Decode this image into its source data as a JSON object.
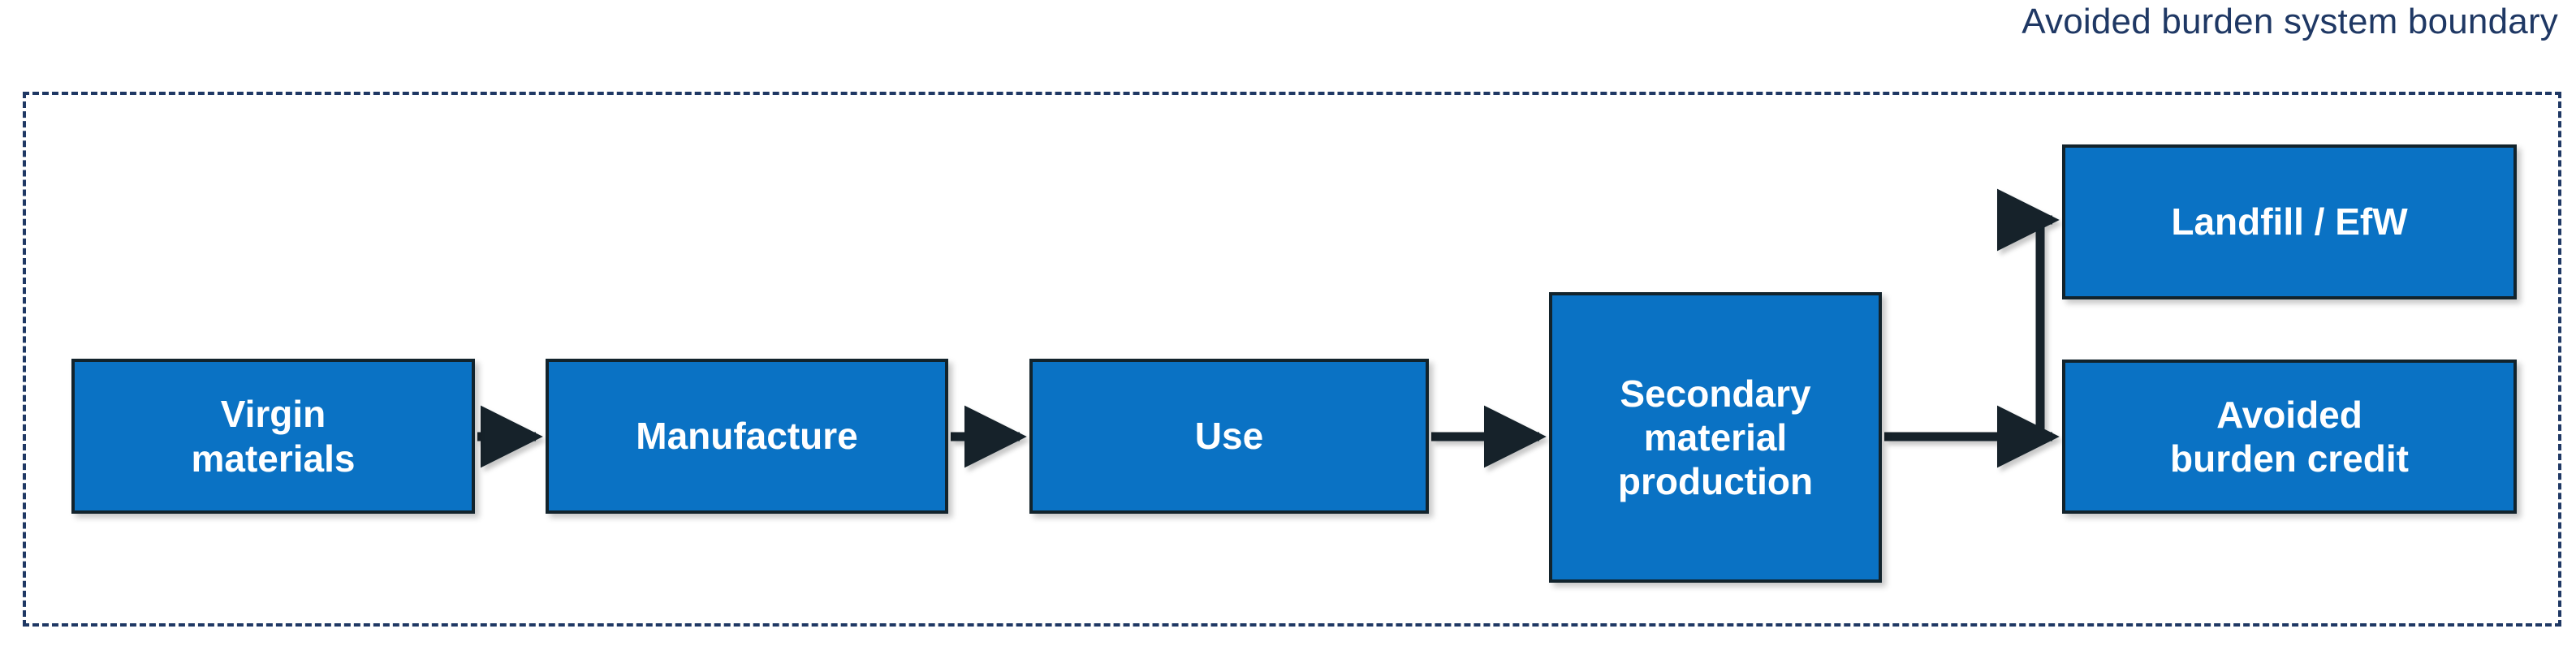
{
  "diagram": {
    "title": "Avoided burden system boundary",
    "boundary_label": "Avoided burden system boundary",
    "colors": {
      "node_fill": "#0A72C4",
      "node_border": "#12232C",
      "node_text": "#FFFFFF",
      "boundary_stroke": "#1F3864",
      "title_text": "#1F3864",
      "arrow_stroke": "#12232C",
      "background": "#FFFFFF"
    },
    "nodes": [
      {
        "id": "virgin",
        "lines": [
          "Virgin",
          "materials"
        ]
      },
      {
        "id": "manufacture",
        "lines": [
          "Manufacture"
        ]
      },
      {
        "id": "use",
        "lines": [
          "Use"
        ]
      },
      {
        "id": "secondary",
        "lines": [
          "Secondary",
          "material",
          "production"
        ]
      },
      {
        "id": "landfill",
        "lines": [
          "Landfill / EfW"
        ]
      },
      {
        "id": "credit",
        "lines": [
          "Avoided",
          "burden credit"
        ]
      }
    ],
    "edges": [
      {
        "from": "virgin",
        "to": "manufacture",
        "style": "straight-arrow"
      },
      {
        "from": "manufacture",
        "to": "use",
        "style": "straight-arrow"
      },
      {
        "from": "use",
        "to": "secondary",
        "style": "straight-arrow"
      },
      {
        "from": "secondary",
        "to": "credit",
        "style": "straight-arrow"
      },
      {
        "from": "secondary",
        "to": "landfill",
        "style": "elbow-up-arrow"
      }
    ]
  }
}
